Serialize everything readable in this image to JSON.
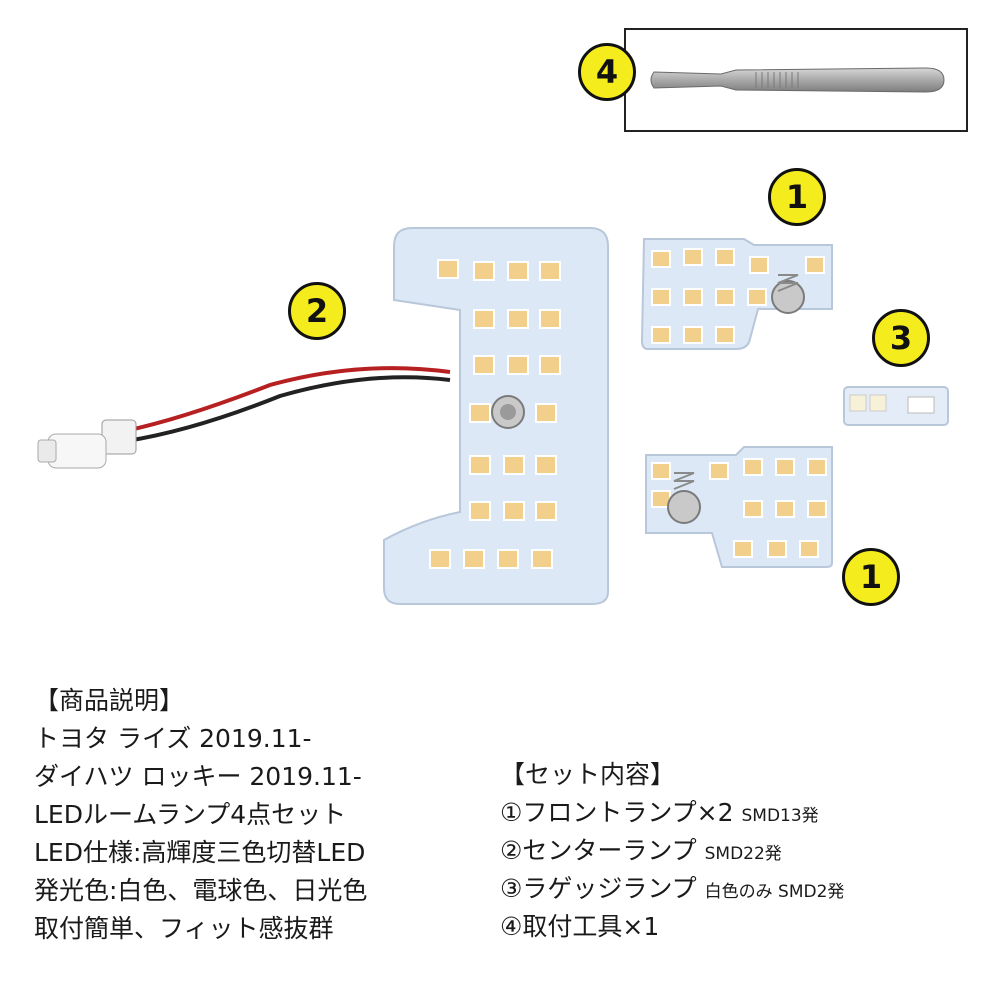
{
  "badges": {
    "tool": "4",
    "front_top": "1",
    "main": "2",
    "luggage": "3",
    "front_bottom": "1"
  },
  "description": {
    "heading": "【商品説明】",
    "lines": [
      "トヨタ ライズ 2019.11-",
      "ダイハツ ロッキー 2019.11-",
      "LEDルームランプ4点セット",
      "LED仕様:高輝度三色切替LED",
      "発光色:白色、電球色、日光色",
      "取付簡単、フィット感抜群"
    ]
  },
  "set_contents": {
    "heading": "【セット内容】",
    "items": [
      {
        "label": "①フロントランプ×2",
        "note": "SMD13発"
      },
      {
        "label": "②センターランプ",
        "note": "SMD22発"
      },
      {
        "label": "③ラゲッジランプ",
        "note": "白色のみ SMD2発"
      },
      {
        "label": "④取付工具×1",
        "note": ""
      }
    ]
  },
  "colors": {
    "badge_fill": "#f5ec1e",
    "pcb": "#dde8f6",
    "led": "#f3cf8c"
  }
}
